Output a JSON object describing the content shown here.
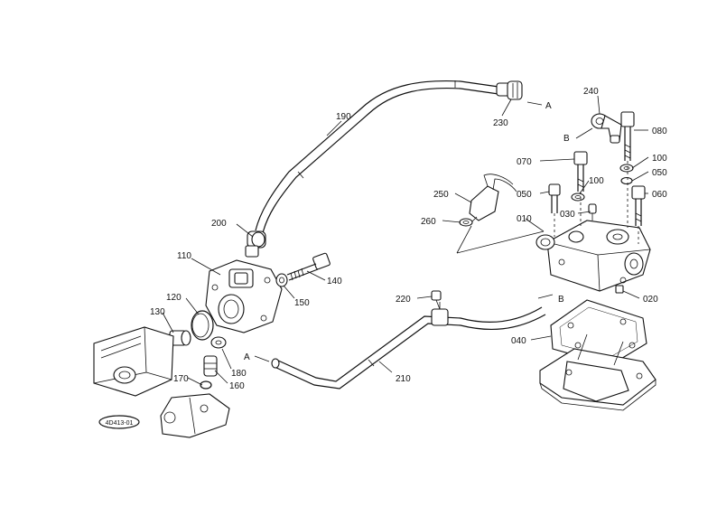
{
  "diagram": {
    "parts": {
      "p010": "010",
      "p020": "020",
      "p030": "030",
      "p040": "040",
      "p050a": "050",
      "p050b": "050",
      "p060": "060",
      "p070": "070",
      "p080": "080",
      "p100a": "100",
      "p100b": "100",
      "p110": "110",
      "p120": "120",
      "p130": "130",
      "p140": "140",
      "p150": "150",
      "p160": "160",
      "p170": "170",
      "p180": "180",
      "p190": "190",
      "p200": "200",
      "p210": "210",
      "p220": "220",
      "p230": "230",
      "p240": "240",
      "p250": "250",
      "p260": "260"
    },
    "refs": {
      "a_top": "A",
      "a_bottom": "A",
      "b_top": "B",
      "b_right": "B"
    },
    "drawing_code": "4D413-01"
  }
}
